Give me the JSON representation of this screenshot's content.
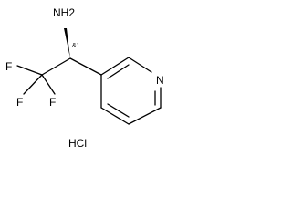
{
  "molecule": {
    "atoms": {
      "amine": "NH2",
      "fluorine_1": "F",
      "fluorine_2": "F",
      "fluorine_3": "F",
      "ring_nitrogen": "N"
    },
    "stereo_label": "&1",
    "salt": "HCl"
  }
}
